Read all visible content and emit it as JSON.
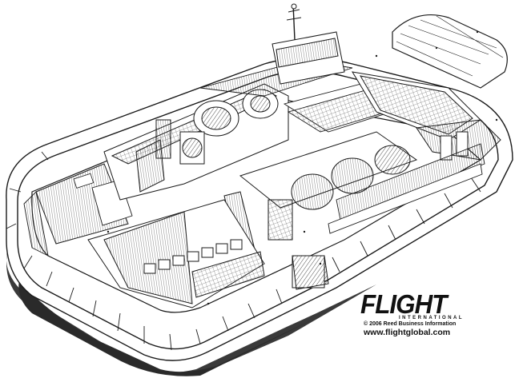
{
  "illustration": {
    "subject": "hovercraft-cutaway-drawing",
    "ink_color": "#1a1a1a",
    "shadow_color": "#3a3a3a",
    "paper_color": "#ffffff"
  },
  "credit": {
    "logo_text": "FLIGHT",
    "logo_subtext": "INTERNATIONAL",
    "copyright": "© 2006 Reed Business Information",
    "url": "www.flightglobal.com"
  }
}
